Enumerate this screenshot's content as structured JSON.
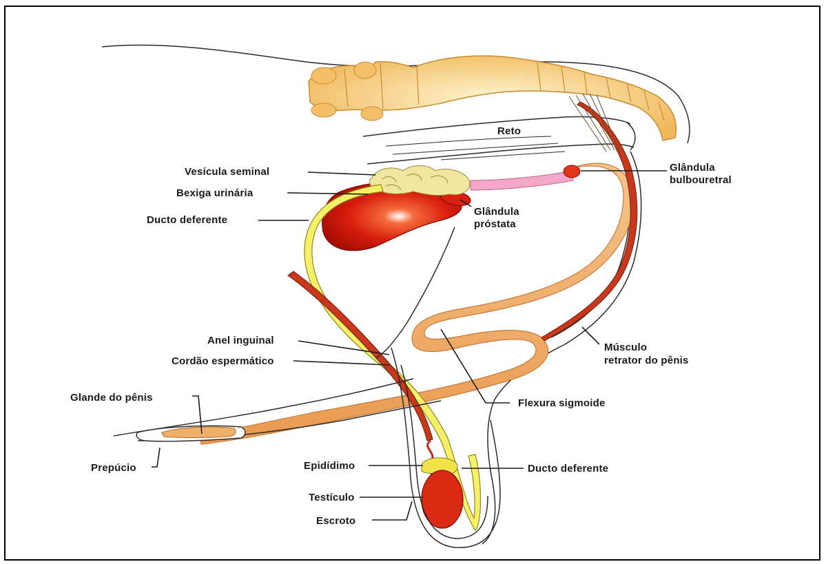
{
  "labels": {
    "reto": "Reto",
    "vesicula_seminal": "Vesícula seminal",
    "bexiga_urinaria": "Bexiga urinária",
    "ducto_deferente_top": "Ducto deferente",
    "glandula_bulbouretral_1": "Glândula",
    "glandula_bulbouretral_2": "bulbouretral",
    "glandula_prostata_1": "Glândula",
    "glandula_prostata_2": "próstata",
    "anel_inguinal": "Anel inguinal",
    "cordao_espermatico": "Cordão espermático",
    "musculo_retrator_1": "Músculo",
    "musculo_retrator_2": "retrator do pênis",
    "glande_do_penis": "Glande do pênis",
    "flexura_sigmoide": "Flexura sigmoide",
    "prepucio": "Prepúcio",
    "epididimo": "Epidídimo",
    "ducto_deferente_bottom": "Ducto deferente",
    "testiculo": "Testículo",
    "escroto": "Escroto"
  },
  "colors": {
    "vertebra": "#f3c774",
    "vertebra_light": "#fde9b4",
    "bladder": "#d21a0c",
    "vesicle": "#f0e6a0",
    "urethra_pink": "#f4a8c8",
    "penis": "#f1b06a",
    "retractor_muscle": "#c8381c",
    "ductus": "#f6ef6a",
    "testis": "#d92a14"
  }
}
